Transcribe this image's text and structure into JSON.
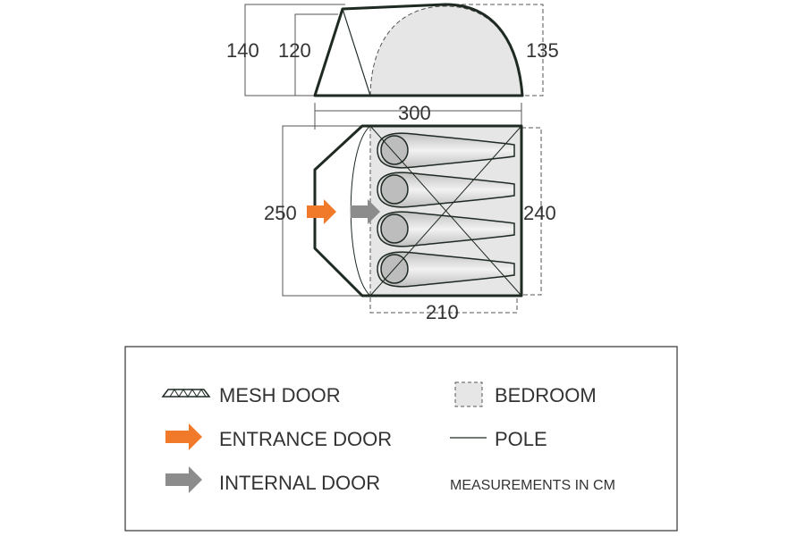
{
  "dimensions": {
    "side_height_outer": "140",
    "side_height_inner": "120",
    "side_height_bedroom": "135",
    "total_length": "300",
    "width_outer": "250",
    "width_bedroom": "240",
    "length_bedroom": "210"
  },
  "legend": {
    "mesh_door": "MESH DOOR",
    "entrance_door": "ENTRANCE DOOR",
    "internal_door": "INTERNAL DOOR",
    "bedroom": "BEDROOM",
    "pole": "POLE",
    "units": "MEASUREMENTS IN CM"
  },
  "colors": {
    "entrance_arrow": "#f07a2a",
    "internal_arrow": "#8c8c8c",
    "bedroom_fill": "#e6e6e6",
    "outline": "#1e2a22"
  }
}
